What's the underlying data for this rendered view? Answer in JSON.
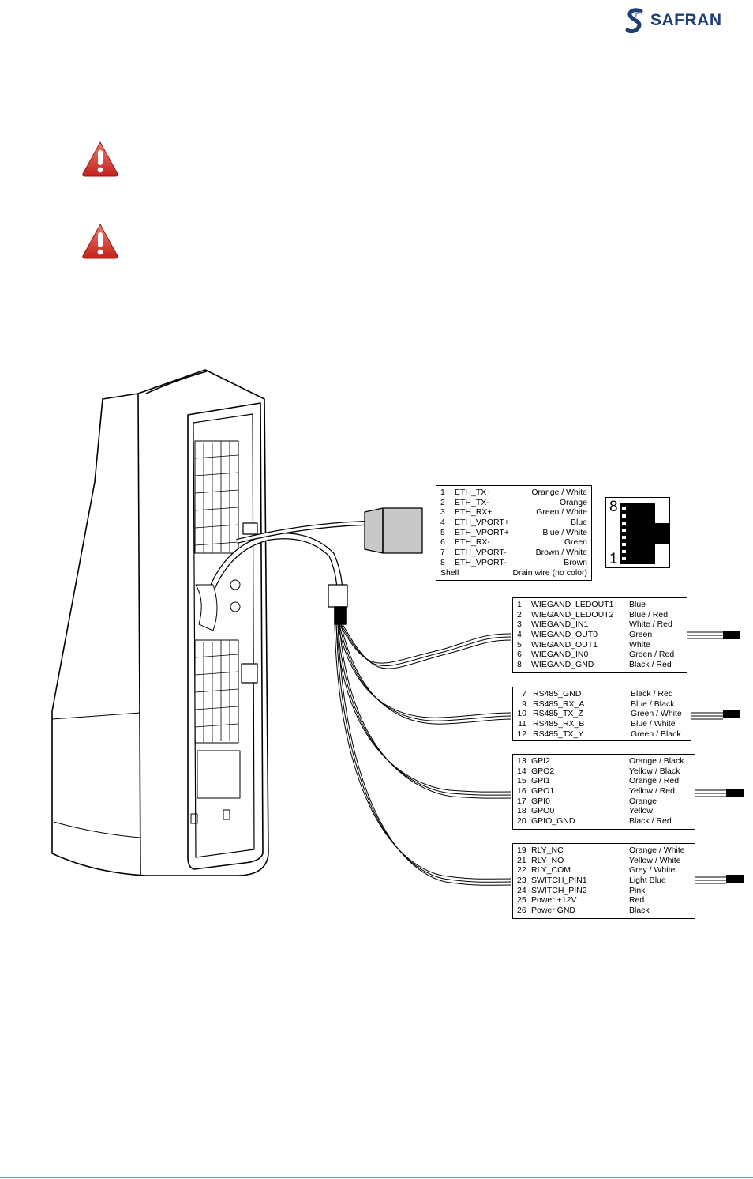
{
  "header": {
    "logo_text": "SAFRAN"
  },
  "colors": {
    "brand": "#1d3f73",
    "rule": "#6f97c6",
    "warning": "#d9302a"
  },
  "icons": [
    "safran-logo-icon",
    "warning-icon",
    "warning-icon",
    "rj45-connector-icon"
  ],
  "rj45": {
    "top_label": "8",
    "bottom_label": "1"
  },
  "ethernet": [
    {
      "num": "1",
      "signal": "ETH_TX+",
      "color": "Orange / White"
    },
    {
      "num": "2",
      "signal": "ETH_TX-",
      "color": "Orange"
    },
    {
      "num": "3",
      "signal": "ETH_RX+",
      "color": "Green / White"
    },
    {
      "num": "4",
      "signal": "ETH_VPORT+",
      "color": "Blue"
    },
    {
      "num": "5",
      "signal": "ETH_VPORT+",
      "color": "Blue / White"
    },
    {
      "num": "6",
      "signal": "ETH_RX-",
      "color": "Green"
    },
    {
      "num": "7",
      "signal": "ETH_VPORT-",
      "color": "Brown / White"
    },
    {
      "num": "8",
      "signal": "ETH_VPORT-",
      "color": "Brown"
    },
    {
      "num": "Shell",
      "signal": "",
      "color": "Drain wire (no color)"
    }
  ],
  "wiegand": [
    {
      "num": "1",
      "signal": "WIEGAND_LEDOUT1",
      "color": "Blue"
    },
    {
      "num": "2",
      "signal": "WIEGAND_LEDOUT2",
      "color": "Blue / Red"
    },
    {
      "num": "3",
      "signal": "WIEGAND_IN1",
      "color": "White / Red"
    },
    {
      "num": "4",
      "signal": "WIEGAND_OUT0",
      "color": "Green"
    },
    {
      "num": "5",
      "signal": "WIEGAND_OUT1",
      "color": "White"
    },
    {
      "num": "6",
      "signal": "WIEGAND_IN0",
      "color": "Green / Red"
    },
    {
      "num": "8",
      "signal": "WIEGAND_GND",
      "color": "Black / Red"
    }
  ],
  "rs485": [
    {
      "num": "7",
      "signal": "RS485_GND",
      "color": "Black / Red"
    },
    {
      "num": "9",
      "signal": "RS485_RX_A",
      "color": "Blue / Black"
    },
    {
      "num": "10",
      "signal": "RS485_TX_Z",
      "color": "Green / White"
    },
    {
      "num": "11",
      "signal": "RS485_RX_B",
      "color": "Blue / White"
    },
    {
      "num": "12",
      "signal": "RS485_TX_Y",
      "color": "Green / Black"
    }
  ],
  "gpio": [
    {
      "num": "13",
      "signal": "GPI2",
      "color": "Orange / Black"
    },
    {
      "num": "14",
      "signal": "GPO2",
      "color": "Yellow / Black"
    },
    {
      "num": "15",
      "signal": "GPI1",
      "color": "Orange / Red"
    },
    {
      "num": "16",
      "signal": "GPO1",
      "color": "Yellow / Red"
    },
    {
      "num": "17",
      "signal": "GPI0",
      "color": "Orange"
    },
    {
      "num": "18",
      "signal": "GPO0",
      "color": "Yellow"
    },
    {
      "num": "20",
      "signal": "GPIO_GND",
      "color": "Black / Red"
    }
  ],
  "relay_power": [
    {
      "num": "19",
      "signal": "RLY_NC",
      "color": "Orange / White"
    },
    {
      "num": "21",
      "signal": "RLY_NO",
      "color": "Yellow / White"
    },
    {
      "num": "22",
      "signal": "RLY_COM",
      "color": "Grey / White"
    },
    {
      "num": "23",
      "signal": "SWITCH_PIN1",
      "color": "Light Blue"
    },
    {
      "num": "24",
      "signal": "SWITCH_PIN2",
      "color": "Pink"
    },
    {
      "num": "25",
      "signal": "Power +12V",
      "color": "Red"
    },
    {
      "num": "26",
      "signal": "Power GND",
      "color": "Black"
    }
  ]
}
